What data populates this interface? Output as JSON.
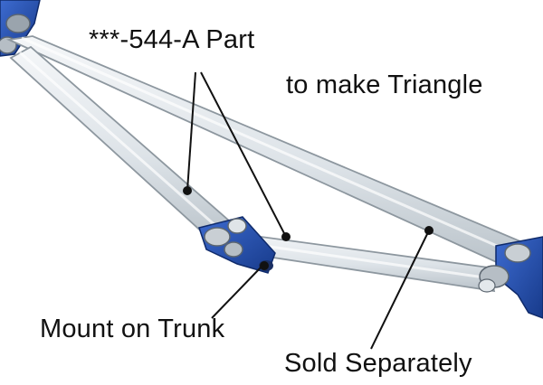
{
  "labels": {
    "part_number": "***-544-A Part",
    "triangle": "to make Triangle",
    "mount": "Mount on Trunk",
    "sold": "Sold Separately"
  },
  "colors": {
    "background": "#ffffff",
    "bar_fill": "#e3e8ec",
    "bar_outline": "#8d979f",
    "bracket_blue": "#2b56b8",
    "bracket_dark": "#173a8a",
    "bolt": "#c9cfd4",
    "leader_line": "#111111",
    "text": "#111111"
  }
}
